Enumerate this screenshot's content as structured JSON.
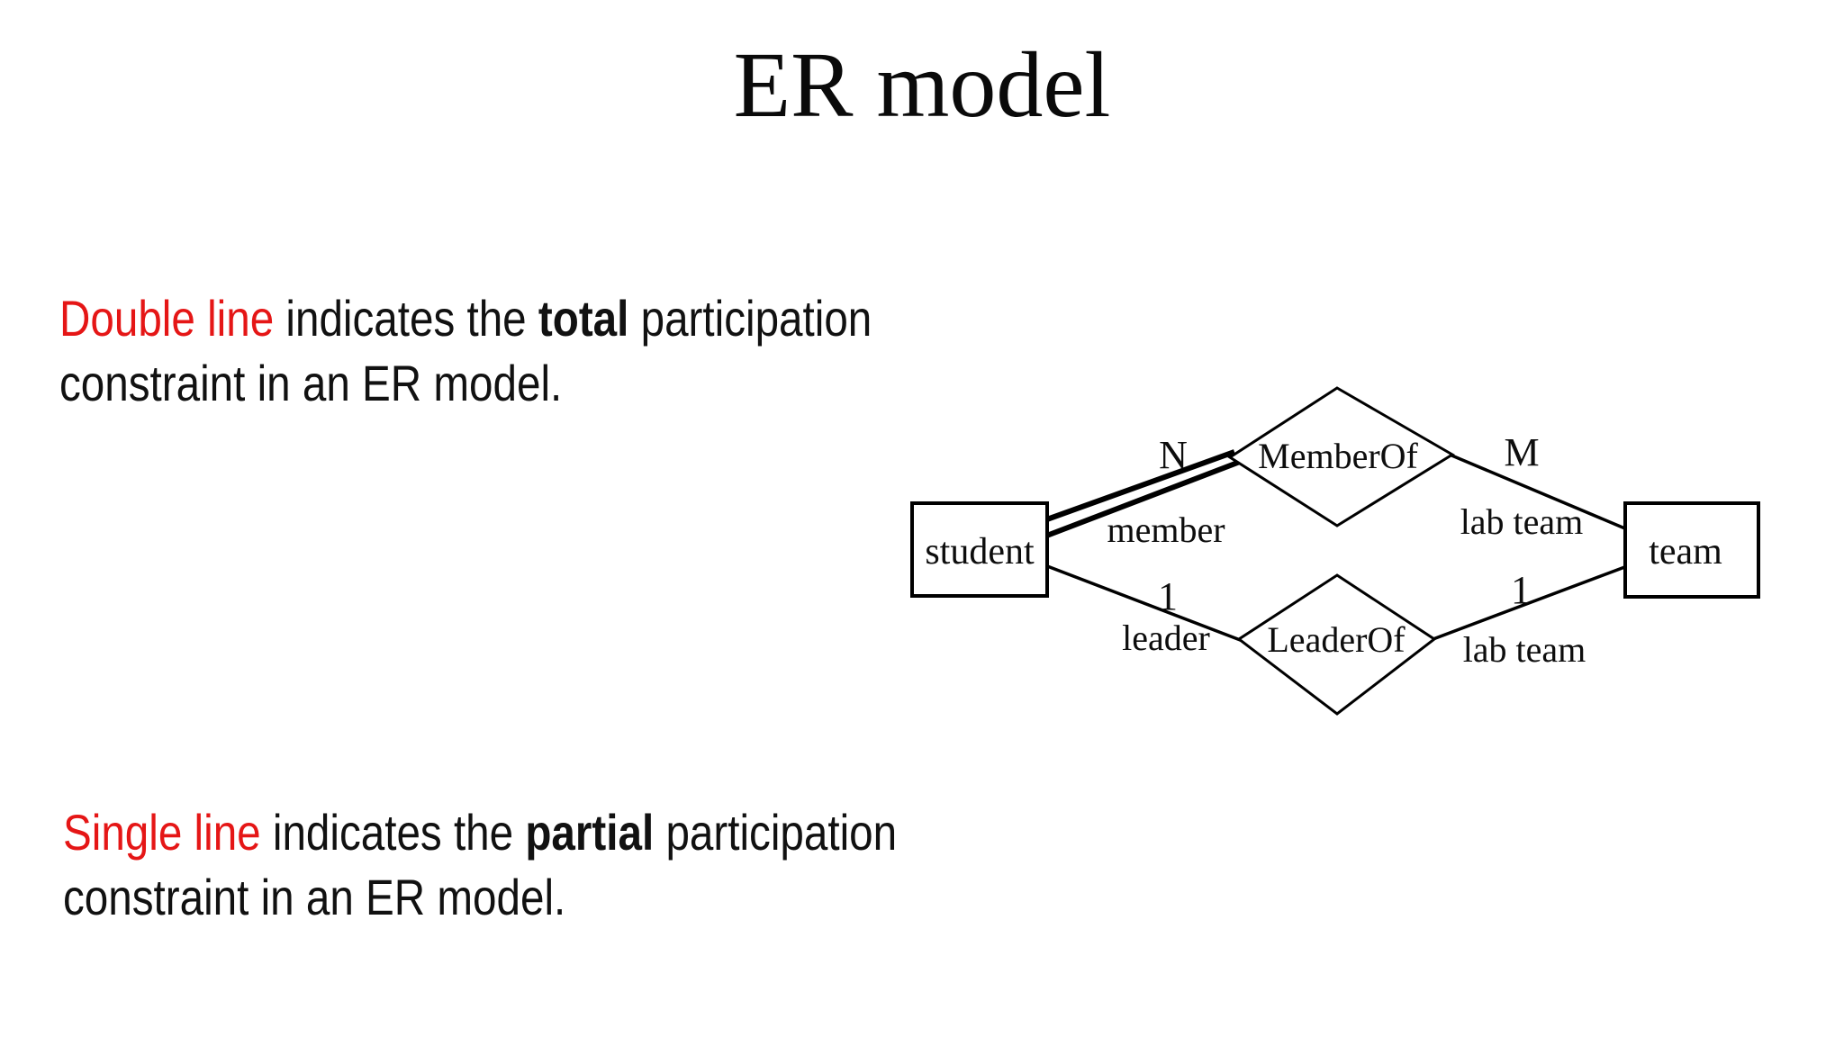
{
  "title": "ER model",
  "paragraphs": {
    "p1": {
      "highlight": "Double line",
      "mid": " indicates the ",
      "bold": "total",
      "tail": " participation",
      "line2": "constraint in an ER model."
    },
    "p2": {
      "highlight": "Single line",
      "mid": " indicates the ",
      "bold": "partial",
      "tail": " participation",
      "line2": "constraint in an ER model."
    }
  },
  "diagram": {
    "entities": {
      "student": "student",
      "team": "team"
    },
    "relationships": {
      "member_of": "MemberOf",
      "leader_of": "LeaderOf"
    },
    "cardinalities": {
      "n": "N",
      "m": "M",
      "one_left": "1",
      "one_right": "1"
    },
    "roles": {
      "member": "member",
      "leader": "leader",
      "lab_team_top": "lab team",
      "lab_team_bottom": "lab team"
    }
  },
  "colors": {
    "highlight_red": "#e51616",
    "body_text": "#111111",
    "diagram_ink": "#000000"
  }
}
